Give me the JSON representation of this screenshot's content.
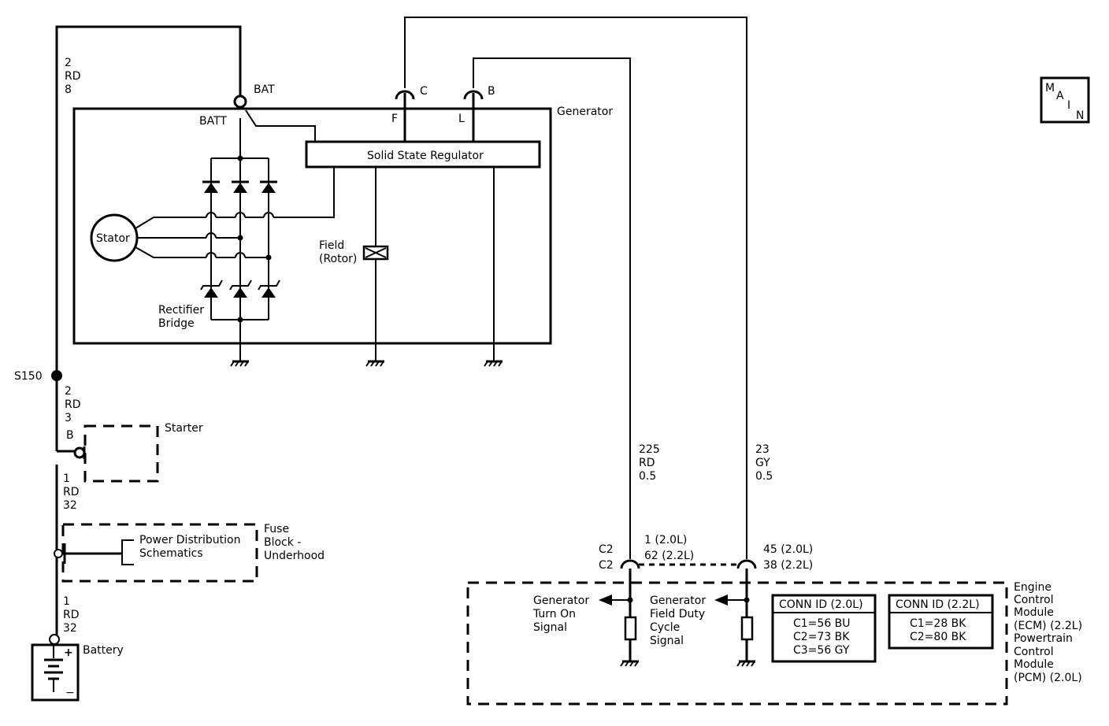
{
  "main_badge": {
    "letters": [
      "M",
      "A",
      "I",
      "N"
    ]
  },
  "generator": {
    "label": "Generator",
    "bat_terminal": "BAT",
    "batt_internal": "BATT",
    "terminal_c": "C",
    "terminal_b": "B",
    "internal_f": "F",
    "internal_l": "L",
    "regulator": "Solid State Regulator",
    "stator": "Stator",
    "field_line1": "Field",
    "field_line2": "(Rotor)",
    "rectifier_line1": "Rectifier",
    "rectifier_line2": "Bridge"
  },
  "wire_top_left": {
    "gauge": "2",
    "color": "RD",
    "circuit": "8"
  },
  "splice": "S150",
  "wire_s150_starter": {
    "gauge": "2",
    "color": "RD",
    "circuit": "3"
  },
  "starter": {
    "label": "Starter",
    "terminal": "B"
  },
  "wire_starter_fuse": {
    "gauge": "1",
    "color": "RD",
    "circuit": "32"
  },
  "fuse_block": {
    "label_line1": "Fuse",
    "label_line2": "Block -",
    "label_line3": "Underhood",
    "ref_line1": "Power Distribution",
    "ref_line2": "Schematics"
  },
  "wire_fuse_battery": {
    "gauge": "1",
    "color": "RD",
    "circuit": "32"
  },
  "battery": {
    "label": "Battery",
    "plus": "+",
    "minus": "−"
  },
  "wire_225": {
    "circuit": "225",
    "color": "RD",
    "gauge": "0.5"
  },
  "wire_23": {
    "circuit": "23",
    "color": "GY",
    "gauge": "0.5"
  },
  "connector_left": {
    "top": "C2",
    "bottom": "C2",
    "pin_20": "1 (2.0L)",
    "pin_22": "62 (2.2L)"
  },
  "connector_right": {
    "pin_20": "45 (2.0L)",
    "pin_22": "38 (2.2L)"
  },
  "ecm": {
    "signal_left_1": "Generator",
    "signal_left_2": "Turn On",
    "signal_left_3": "Signal",
    "signal_right_1": "Generator",
    "signal_right_2": "Field Duty",
    "signal_right_3": "Cycle",
    "signal_right_4": "Signal",
    "module_lines": [
      "Engine",
      "Control",
      "Module",
      "(ECM) (2.2L)",
      "Powertrain",
      "Control",
      "Module",
      "(PCM) (2.0L)"
    ]
  },
  "conn_id_20": {
    "title": "CONN ID (2.0L)",
    "rows": [
      "C1=56 BU",
      "C2=73 BK",
      "C3=56 GY"
    ]
  },
  "conn_id_22": {
    "title": "CONN ID (2.2L)",
    "rows": [
      "C1=28 BK",
      "C2=80 BK"
    ]
  }
}
